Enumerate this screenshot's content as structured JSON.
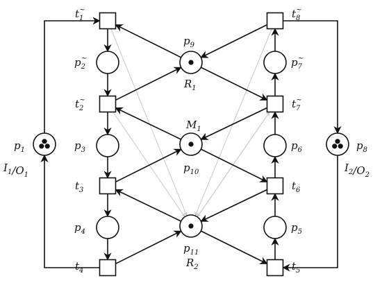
{
  "places": [
    {
      "id": "p1",
      "name": "p",
      "sub": "1",
      "tokens": 3
    },
    {
      "id": "p2",
      "name": "p",
      "sub": "2",
      "tilde": true,
      "tokens": 0
    },
    {
      "id": "p3",
      "name": "p",
      "sub": "3",
      "tokens": 0
    },
    {
      "id": "p4",
      "name": "p",
      "sub": "4",
      "tokens": 0
    },
    {
      "id": "p5",
      "name": "p",
      "sub": "5",
      "tokens": 0
    },
    {
      "id": "p6",
      "name": "p",
      "sub": "6",
      "tokens": 0
    },
    {
      "id": "p7",
      "name": "p",
      "sub": "7",
      "tilde": true,
      "tokens": 0
    },
    {
      "id": "p8",
      "name": "p",
      "sub": "8",
      "tokens": 3
    },
    {
      "id": "p9",
      "name": "p",
      "sub": "9",
      "tokens": 1
    },
    {
      "id": "p10",
      "name": "p",
      "sub": "10",
      "tokens": 1
    },
    {
      "id": "p11",
      "name": "p",
      "sub": "11",
      "tokens": 1
    }
  ],
  "transitions": [
    {
      "id": "t1",
      "name": "t",
      "sub": "1",
      "tilde": true
    },
    {
      "id": "t2",
      "name": "t",
      "sub": "2",
      "tilde": true
    },
    {
      "id": "t3",
      "name": "t",
      "sub": "3"
    },
    {
      "id": "t4",
      "name": "t",
      "sub": "4"
    },
    {
      "id": "t5",
      "name": "t",
      "sub": "5"
    },
    {
      "id": "t6",
      "name": "t",
      "sub": "6"
    },
    {
      "id": "t7",
      "name": "t",
      "sub": "7",
      "tilde": true
    },
    {
      "id": "t8",
      "name": "t",
      "sub": "8",
      "tilde": true
    }
  ],
  "resource_labels": [
    {
      "id": "R1",
      "name": "R",
      "sub": "1"
    },
    {
      "id": "M1",
      "name": "M",
      "sub": "1"
    },
    {
      "id": "R2",
      "name": "R",
      "sub": "2"
    }
  ],
  "io_labels": [
    {
      "id": "IO1",
      "text": [
        {
          "name": "I",
          "sub": "1"
        },
        {
          "name": "/O",
          "sub": "1"
        }
      ]
    },
    {
      "id": "IO2",
      "text": [
        {
          "name": "I",
          "sub": "2"
        },
        {
          "name": "/O",
          "sub": "2"
        }
      ]
    }
  ],
  "arcs": [
    [
      "t1",
      "p2"
    ],
    [
      "p2",
      "t2"
    ],
    [
      "t2",
      "p3"
    ],
    [
      "p3",
      "t3"
    ],
    [
      "t3",
      "p4"
    ],
    [
      "p4",
      "t4"
    ],
    [
      "t5",
      "p5"
    ],
    [
      "p5",
      "t6"
    ],
    [
      "t6",
      "p6"
    ],
    [
      "p6",
      "t7"
    ],
    [
      "t7",
      "p7"
    ],
    [
      "p7",
      "t8"
    ],
    [
      "t4",
      "p1"
    ],
    [
      "p1",
      "t1"
    ],
    [
      "t8",
      "p8"
    ],
    [
      "p8",
      "t5"
    ],
    [
      "p9",
      "t1"
    ],
    [
      "t2",
      "p9"
    ],
    [
      "p9",
      "t7"
    ],
    [
      "t8",
      "p9"
    ],
    [
      "p10",
      "t2"
    ],
    [
      "t3",
      "p10"
    ],
    [
      "p10",
      "t6"
    ],
    [
      "t7",
      "p10"
    ],
    [
      "p11",
      "t3"
    ],
    [
      "t4",
      "p11"
    ],
    [
      "p11",
      "t5"
    ],
    [
      "t6",
      "p11"
    ]
  ],
  "ghost_arcs": [
    [
      "t1",
      "p11"
    ],
    [
      "t2",
      "p11"
    ],
    [
      "t8",
      "p11"
    ],
    [
      "t7",
      "p11"
    ],
    [
      "p11",
      "t7"
    ]
  ]
}
